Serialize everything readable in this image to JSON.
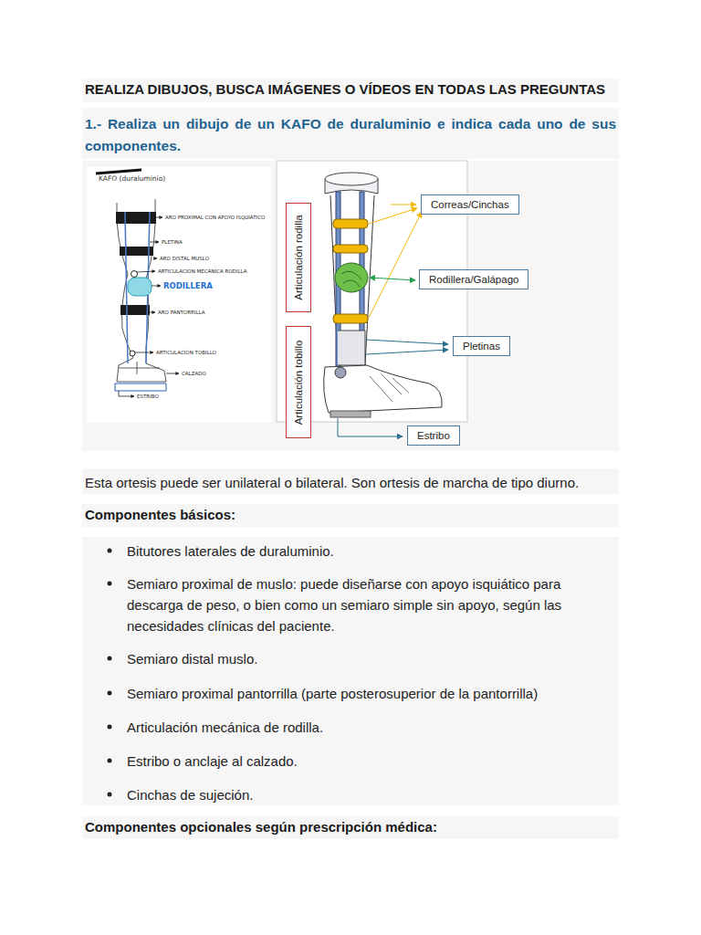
{
  "diagram": {
    "title": "REALIZA DIBUJOS, BUSCA IMÁGENES O VÍDEOS EN TODAS LAS PREGUNTAS",
    "nodes": [
      {
        "text": [
          "Articulación rodilla"
        ]
      },
      {
        "text": [
          "Correas/Cinchas"
        ]
      },
      {
        "text": [
          "Rodillera/Galápago"
        ]
      },
      {
        "text": [
          "Articulación tobillo"
        ]
      },
      {
        "text": [
          "Pletinas"
        ]
      },
      {
        "text": [
          "Estribo"
        ]
      }
    ],
    "labels": [
      "1.- Realiza un dibujo de un KAFO de duraluminio e indica cada uno de sus componentes.",
      "KAFO (duraluminio)",
      "ARO PROXIMAL CON APOYO ISQUIÁTICO",
      "PLETINA",
      "ARO DISTAL MUSLO",
      "ARTICULACIÓN MECÁNICA RODILLA",
      "RODILLERA",
      "ARO PANTORRILLA",
      "ARTICULACIÓN TOBILLO",
      "CALZADO",
      "ESTRIBO",
      "Esta ortesis puede ser unilateral o bilateral. Son ortesis de marcha de tipo diurno.",
      "Componentes básicos:",
      "Bitutores laterales de duraluminio.",
      "Semiaro proximal de muslo: puede diseñarse con apoyo isquiático para descarga de peso, o bien como un semiaro simple sin apoyo, según las necesidades clínicas del paciente.",
      "Semiaro distal muslo.",
      "Semiaro proximal pantorrilla (parte posterosuperior de la pantorrilla)",
      "Articulación mecánica de rodilla.",
      "Estribo o anclaje al calzado.",
      "Cinchas de sujeción.",
      "Componentes opcionales según prescripción médica:"
    ]
  }
}
